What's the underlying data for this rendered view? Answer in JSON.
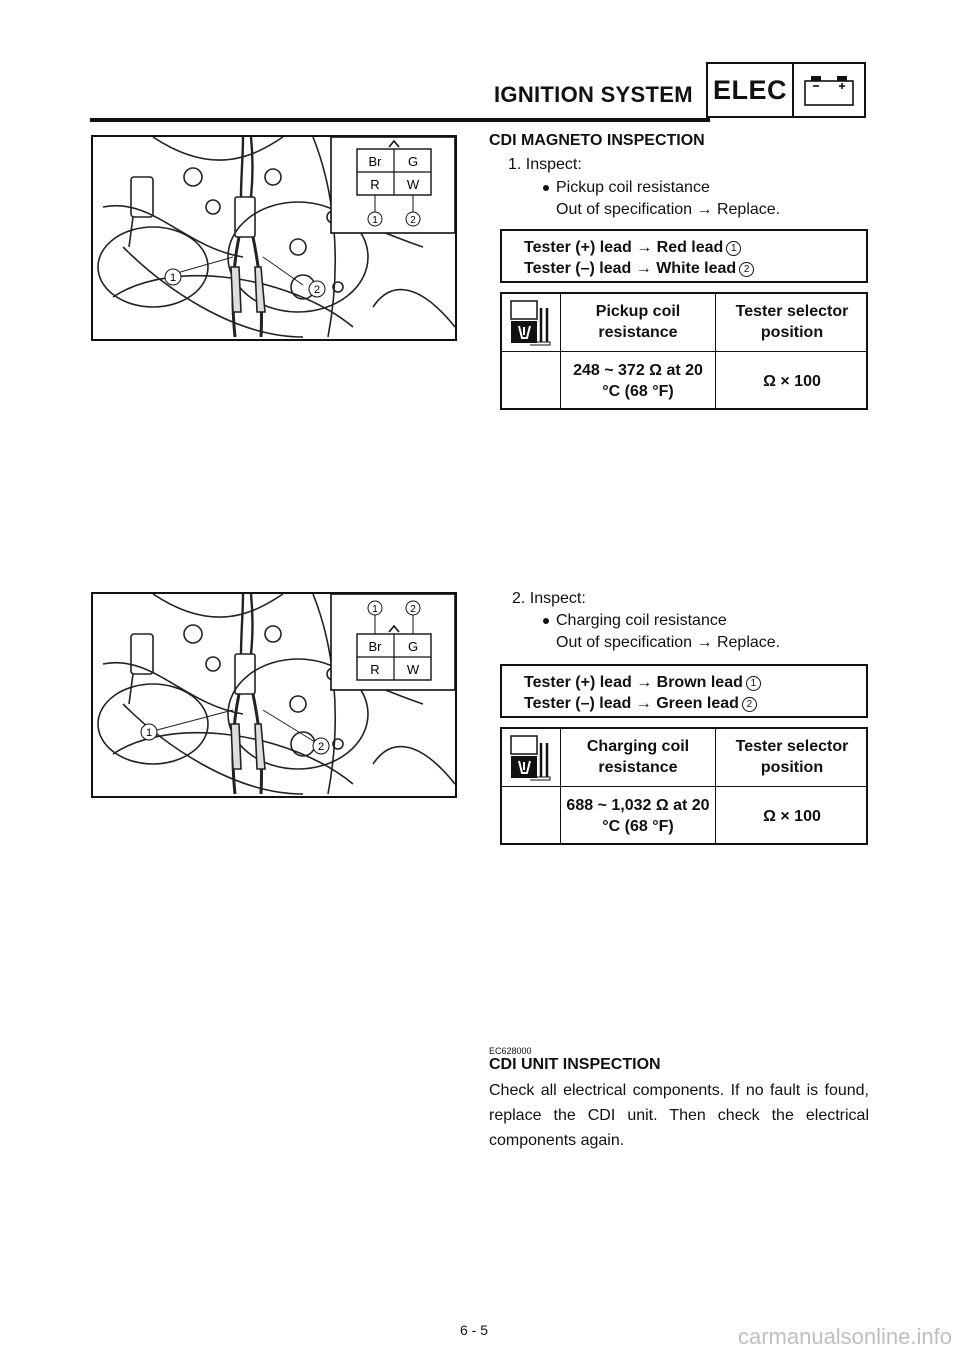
{
  "header": {
    "title": "IGNITION SYSTEM",
    "badge": "ELEC"
  },
  "photo1": {
    "connector": [
      "Br",
      "G",
      "R",
      "W"
    ],
    "callouts": [
      "1",
      "2"
    ]
  },
  "photo2": {
    "connector": [
      "Br",
      "G",
      "R",
      "W"
    ],
    "callouts": [
      "1",
      "2"
    ]
  },
  "section1": {
    "title": "CDI MAGNETO INSPECTION",
    "step": "1.  Inspect:",
    "bullet": "Pickup coil resistance",
    "note": "Out of specification → Replace.",
    "lead_line1": "Tester (+) lead → Red lead",
    "lead_line1_ref": "1",
    "lead_line2": "Tester (–) lead → White lead",
    "lead_line2_ref": "2",
    "col1_header": "Pickup coil resistance",
    "col2_header": "Tester selector position",
    "col1_value": "248 ~ 372 Ω at 20 °C (68 °F)",
    "col2_value": "Ω × 100"
  },
  "section2": {
    "step": "2.  Inspect:",
    "bullet": "Charging coil resistance",
    "note": "Out of specification → Replace.",
    "lead_line1": "Tester (+) lead → Brown lead",
    "lead_line1_ref": "1",
    "lead_line2": "Tester (–) lead → Green lead",
    "lead_line2_ref": "2",
    "col1_header": "Charging coil resistance",
    "col2_header": "Tester selector position",
    "col1_value": "688 ~ 1,032 Ω at 20 °C (68 °F)",
    "col2_value": "Ω × 100"
  },
  "section3": {
    "code": "EC628000",
    "title": "CDI UNIT INSPECTION",
    "body": "Check all electrical components. If no fault is found, replace the CDI unit. Then check the electrical components again."
  },
  "footer": {
    "page": "6 - 5",
    "watermark": "carmanualsonline.info"
  }
}
